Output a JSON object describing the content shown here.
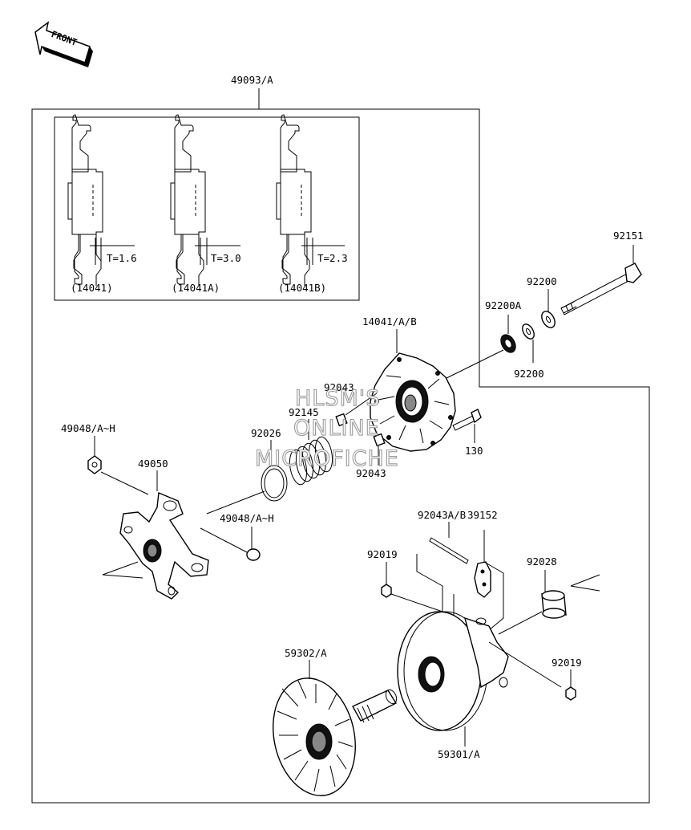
{
  "front_label": "FRONT",
  "watermark": [
    "HLSM'S",
    "ONLINE",
    "MICROFICHE"
  ],
  "inset": {
    "shims": [
      {
        "thickness": "T=1.6",
        "part": "(14041)"
      },
      {
        "thickness": "T=3.0",
        "part": "(14041A)"
      },
      {
        "thickness": "T=2.3",
        "part": "(14041B)"
      }
    ]
  },
  "callouts": {
    "assembly": "49093/A",
    "bolt": "92151",
    "washer_top": "92200",
    "washer_a": "92200A",
    "washer_bottom": "92200",
    "cover": "14041/A/B",
    "weight_pin_top": "92043",
    "spring_guide": "92145",
    "bolt_130": "130",
    "weight_pin_bottom": "92043",
    "ring": "92026",
    "nut_top_left": "49048/A~H",
    "spider": "49050",
    "nut_mid": "49048/A~H",
    "pin_ab": "92043A/B",
    "weight": "39152",
    "nut_left": "92019",
    "bushing": "92028",
    "nut_right": "92019",
    "fixed_sheave": "59302/A",
    "movable_sheave": "59301/A"
  }
}
